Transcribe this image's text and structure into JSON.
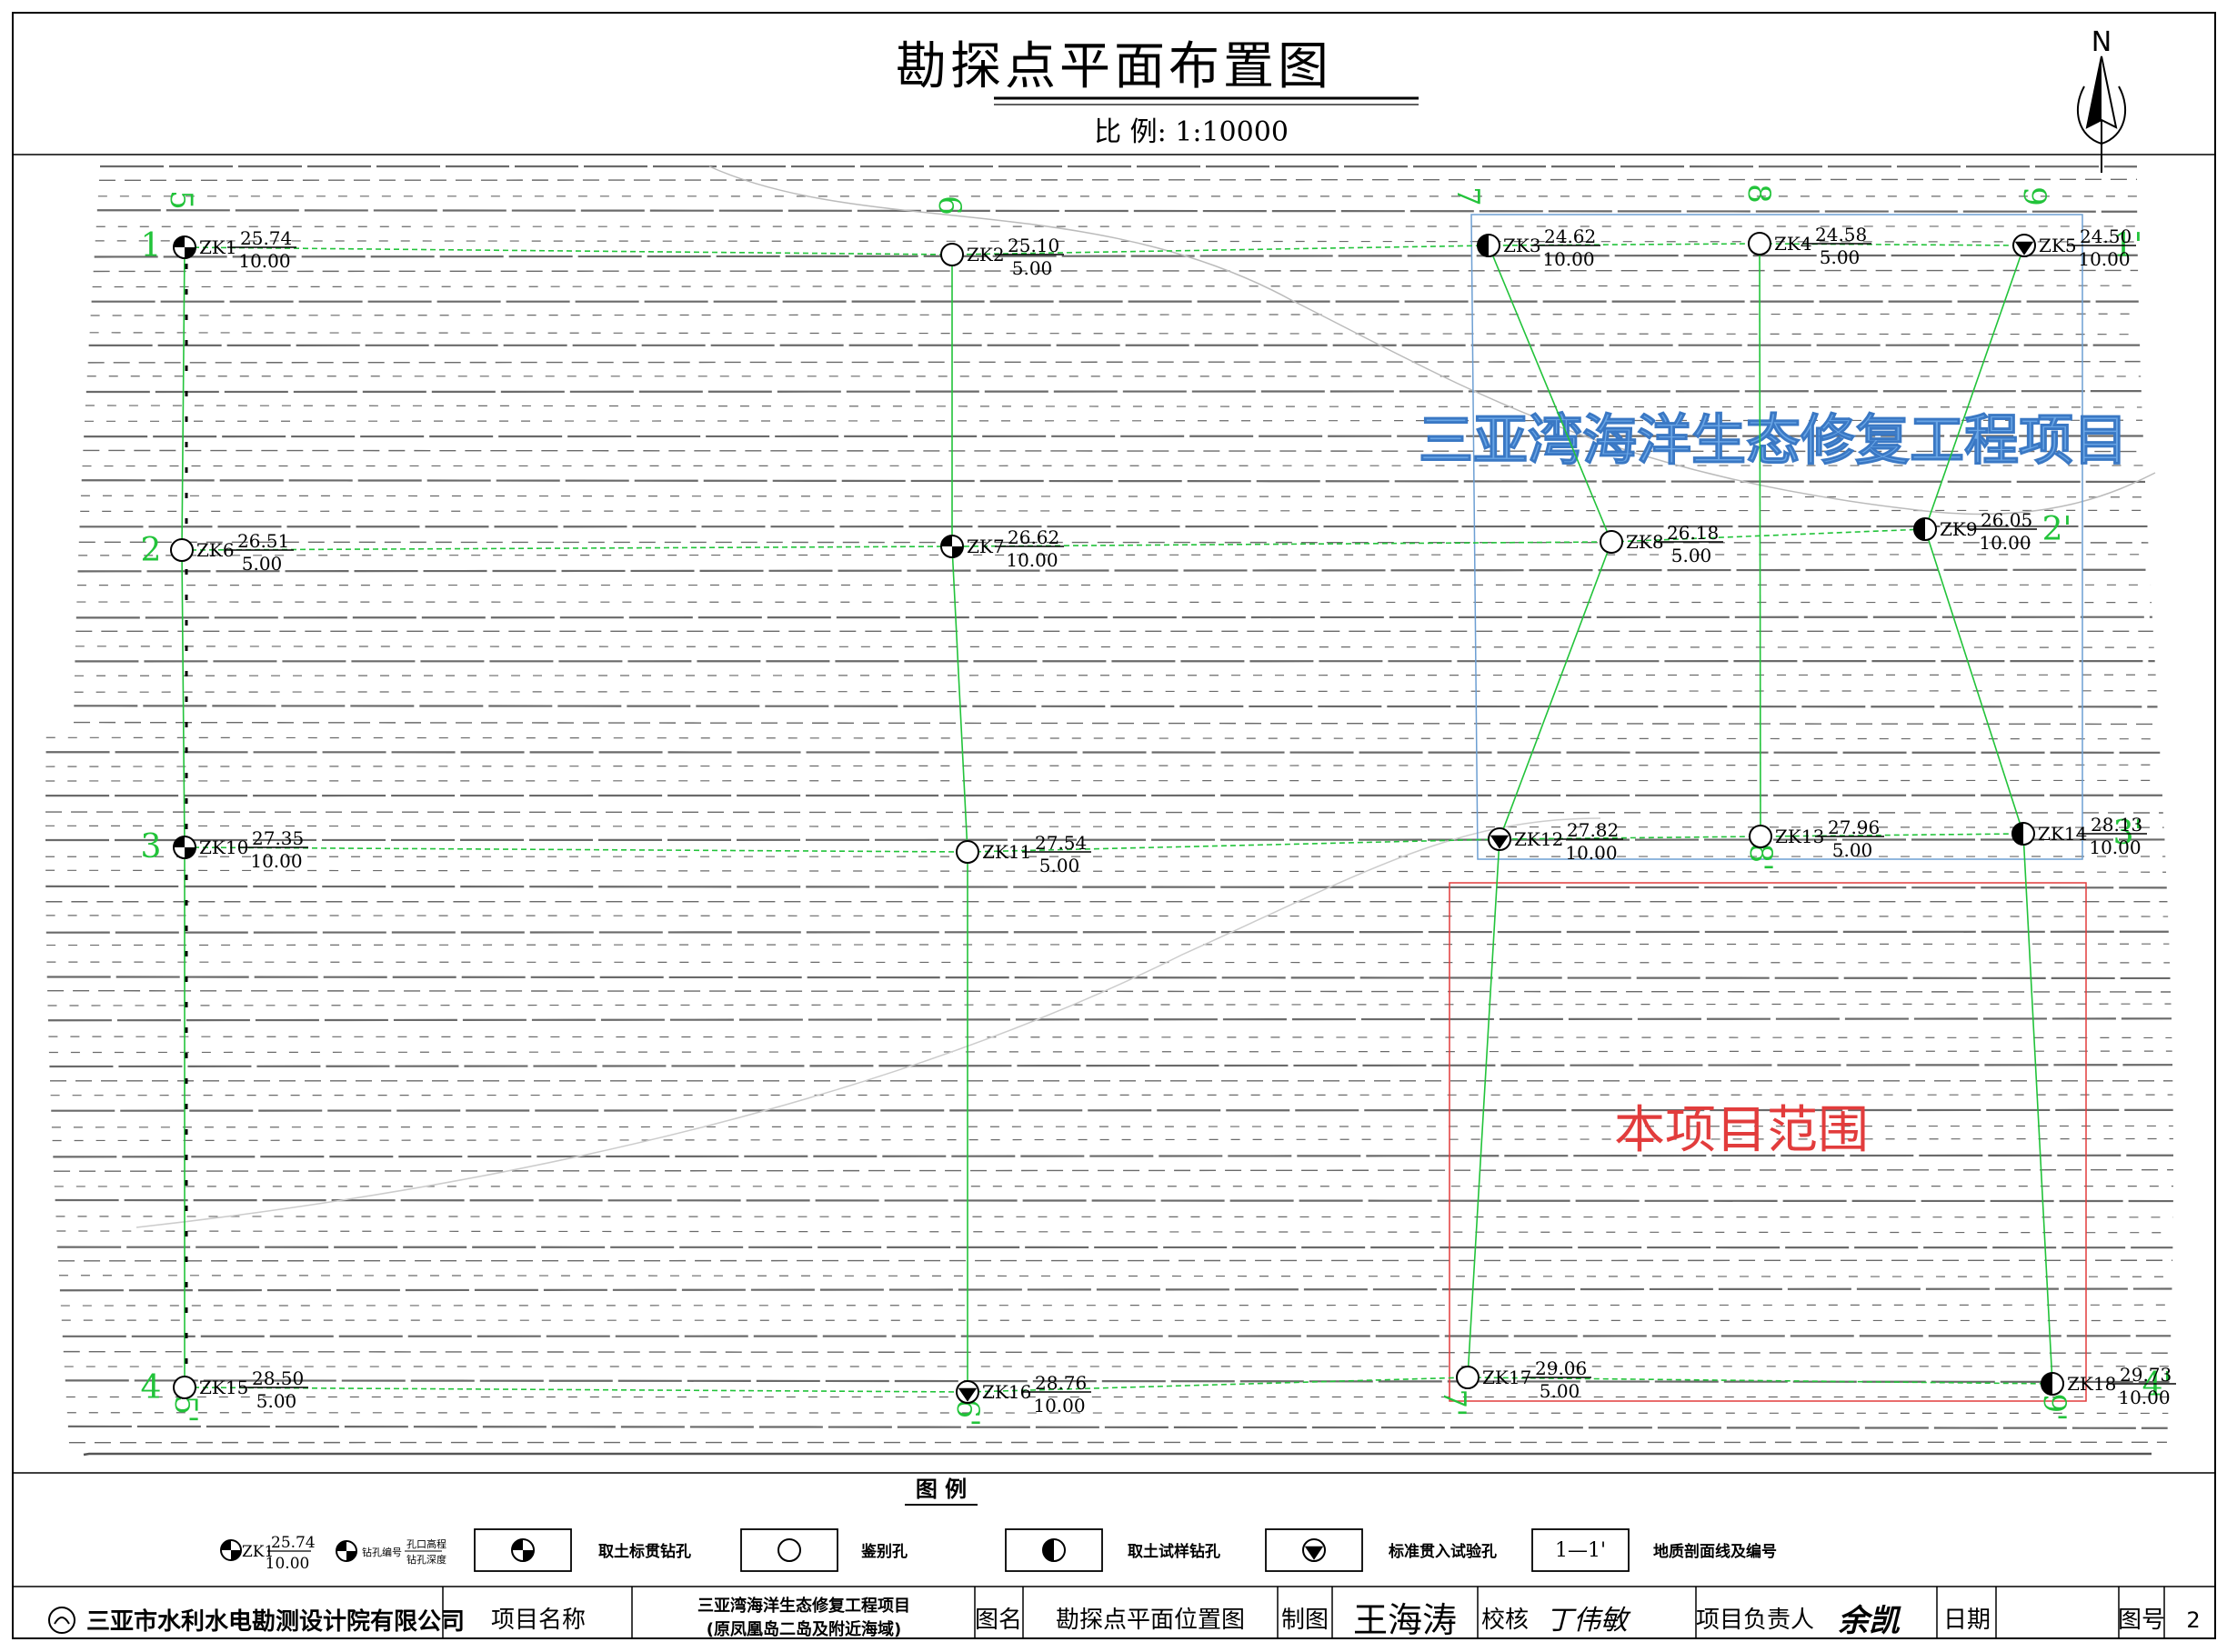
{
  "title": "勘探点平面布置图",
  "scale": "比 例: 1:10000",
  "north": "N",
  "project_area_label": "三亚湾海洋生态修复工程项目",
  "this_scope_label": "本项目范围",
  "boreholes": [
    {
      "id": "ZK1",
      "elev": "25.74",
      "depth": "10.00",
      "type": "standard"
    },
    {
      "id": "ZK2",
      "elev": "25.10",
      "depth": "5.00",
      "type": "identify"
    },
    {
      "id": "ZK3",
      "elev": "24.62",
      "depth": "10.00",
      "type": "sample"
    },
    {
      "id": "ZK4",
      "elev": "24.58",
      "depth": "5.00",
      "type": "identify"
    },
    {
      "id": "ZK5",
      "elev": "24.50",
      "depth": "10.00",
      "type": "spt"
    },
    {
      "id": "ZK6",
      "elev": "26.51",
      "depth": "5.00",
      "type": "identify"
    },
    {
      "id": "ZK7",
      "elev": "26.62",
      "depth": "10.00",
      "type": "standard"
    },
    {
      "id": "ZK8",
      "elev": "26.18",
      "depth": "5.00",
      "type": "identify"
    },
    {
      "id": "ZK9",
      "elev": "26.05",
      "depth": "10.00",
      "type": "sample"
    },
    {
      "id": "ZK10",
      "elev": "27.35",
      "depth": "10.00",
      "type": "standard"
    },
    {
      "id": "ZK11",
      "elev": "27.54",
      "depth": "5.00",
      "type": "identify"
    },
    {
      "id": "ZK12",
      "elev": "27.82",
      "depth": "10.00",
      "type": "spt"
    },
    {
      "id": "ZK13",
      "elev": "27.96",
      "depth": "5.00",
      "type": "identify"
    },
    {
      "id": "ZK14",
      "elev": "28.13",
      "depth": "10.00",
      "type": "sample"
    },
    {
      "id": "ZK15",
      "elev": "28.50",
      "depth": "5.00",
      "type": "identify"
    },
    {
      "id": "ZK16",
      "elev": "28.76",
      "depth": "10.00",
      "type": "spt"
    },
    {
      "id": "ZK17",
      "elev": "29.06",
      "depth": "5.00",
      "type": "identify"
    },
    {
      "id": "ZK18",
      "elev": "29.73",
      "depth": "10.00",
      "type": "sample"
    }
  ],
  "sections": {
    "h": [
      [
        "1",
        "1'"
      ],
      [
        "2",
        "2'"
      ],
      [
        "3",
        "3'"
      ],
      [
        "4",
        "4'"
      ]
    ],
    "v": [
      [
        "5",
        "5'"
      ],
      [
        "6",
        "6'"
      ],
      [
        "7",
        "7'"
      ],
      [
        "8",
        "8'"
      ],
      [
        "9",
        "9'"
      ]
    ]
  },
  "legend": {
    "title": "图  例",
    "sample_id": "ZK1",
    "sample_elev": "25.74",
    "sample_depth": "10.00",
    "note_a": "钻孔编号",
    "note_b": "孔口高程",
    "note_c": "钻孔深度",
    "items": [
      "取土标贯钻孔",
      "鉴别孔",
      "取土试样钻孔",
      "标准贯入试验孔",
      "地质剖面线及编号"
    ],
    "line_sample": "1—1'"
  },
  "titleblock": {
    "company": "三亚市水利水电勘测设计院有限公司",
    "project_name_label": "项目名称",
    "project_name_1": "三亚湾海洋生态修复工程项目",
    "project_name_2": "(原凤凰岛二岛及附近海域)",
    "drawing_name_label": "图名",
    "drawing_name": "勘探点平面位置图",
    "drawn_label": "制图",
    "drawn_by": "王海涛",
    "check_label": "校核",
    "checked_by": "丁伟敏",
    "lead_label": "项目负责人",
    "lead_by": "余凯",
    "date_label": "日期",
    "date": "",
    "no_label": "图号",
    "no": "2"
  },
  "colors": {
    "green": "#22c33a",
    "blue": "#6d9fd3",
    "red": "#e23c3c",
    "areaText": "#6aa6e6"
  }
}
